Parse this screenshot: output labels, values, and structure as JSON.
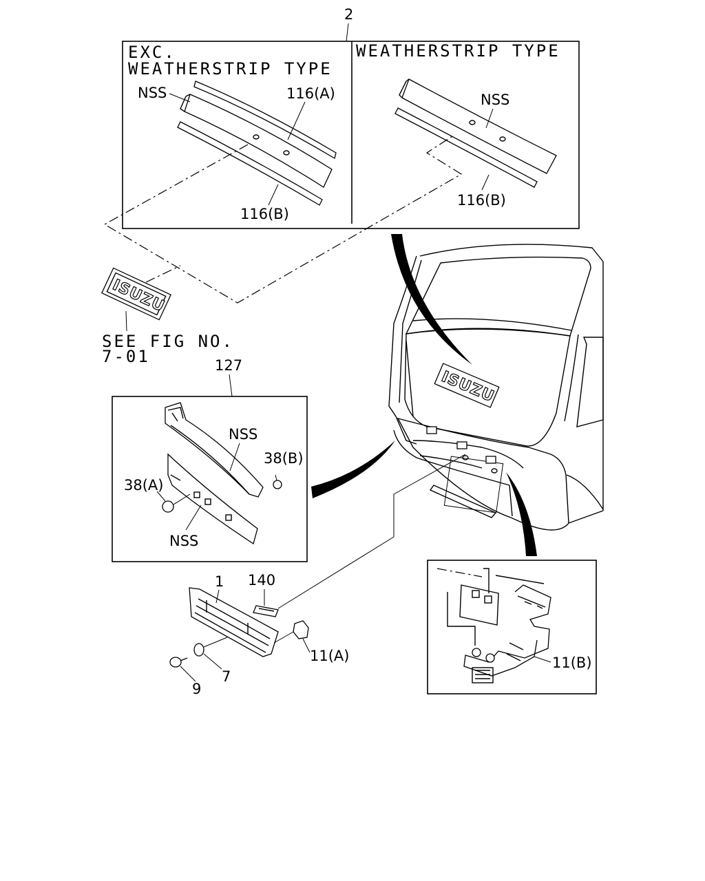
{
  "figure": {
    "labels": {
      "group2": "2",
      "exc_weatherstrip_line1": "EXC.",
      "exc_weatherstrip_line2": "WEATHERSTRIP TYPE",
      "weatherstrip_type": "WEATHERSTRIP TYPE",
      "nss": "NSS",
      "p116a": "116(A)",
      "p116b": "116(B)",
      "see_fig_line1": "SEE FIG NO.",
      "see_fig_line2": "7-01",
      "group127": "127",
      "p38b": "38(B)",
      "p38a": "38(A)",
      "p1": "1",
      "p140": "140",
      "p11a": "11(A)",
      "p7": "7",
      "p9": "9",
      "p11b": "11(B)"
    },
    "emblem_text": "ISUZU"
  }
}
